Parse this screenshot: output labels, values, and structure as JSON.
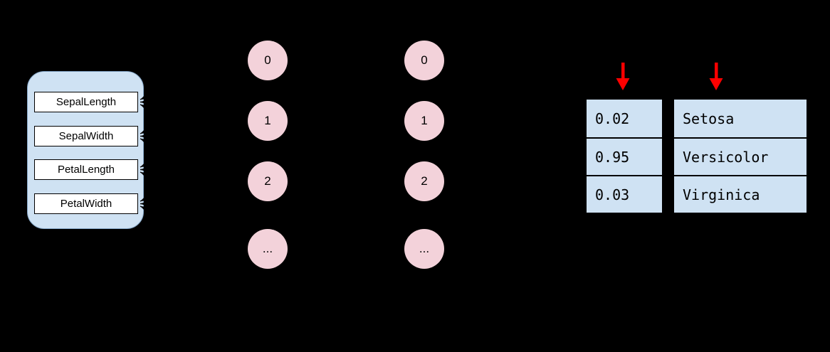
{
  "diagram": {
    "background": "#000000",
    "kind": "neural-network-architecture"
  },
  "input_panel": {
    "fill": "#cfe2f3",
    "features": [
      "SepalLength",
      "SepalWidth",
      "PetalLength",
      "PetalWidth"
    ]
  },
  "hidden_layer_1": {
    "fill": "#f3d2da",
    "nodes": [
      "0",
      "1",
      "2",
      "..."
    ]
  },
  "hidden_layer_2": {
    "fill": "#f3d2da",
    "nodes": [
      "0",
      "1",
      "2",
      "..."
    ]
  },
  "output": {
    "cell_fill": "#cfe2f3",
    "probability_rows": [
      "0.02",
      "0.95",
      "0.03"
    ],
    "class_rows": [
      "Setosa",
      "Versicolor",
      "Virginica"
    ]
  },
  "icons": {
    "red_down_arrow": {
      "shape": "stem-with-triangle-down",
      "color": "#ff0000"
    },
    "connector_arrowhead": {
      "shape": "triangle-left",
      "color": "#000000"
    }
  }
}
